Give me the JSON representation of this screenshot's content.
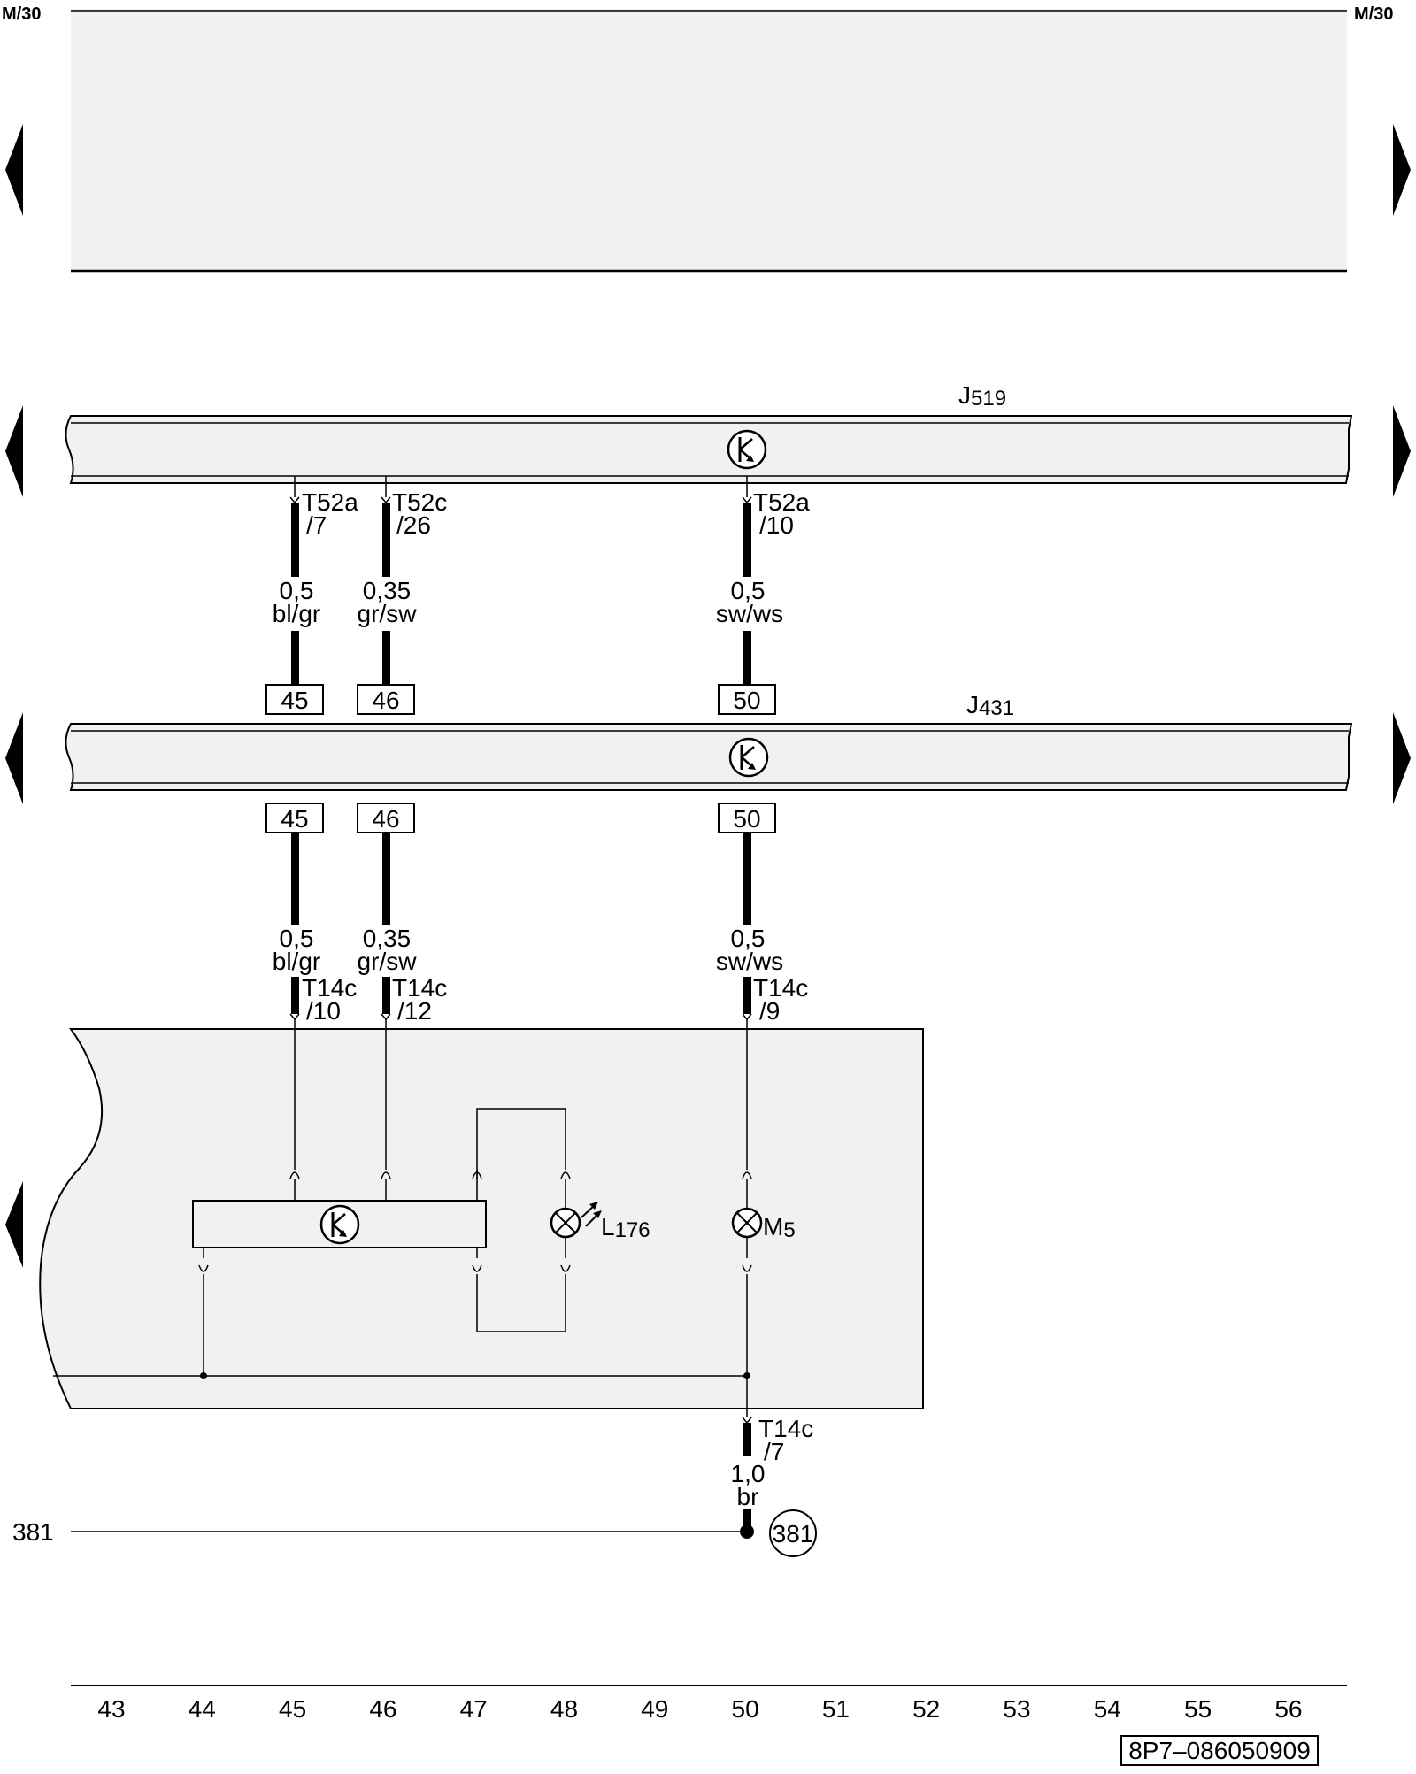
{
  "corner_labels": {
    "left": "M/30",
    "right": "M/30"
  },
  "components": {
    "j519": {
      "letter": "J",
      "number": "519"
    },
    "j431": {
      "letter": "J",
      "number": "431"
    },
    "l176": {
      "letter": "L",
      "number": "176"
    },
    "m5": {
      "letter": "M",
      "number": "5"
    }
  },
  "connectors_top": [
    {
      "pin": "T52a",
      "num": "/7",
      "size": "0,5",
      "color": "bl/gr",
      "terminal": "45"
    },
    {
      "pin": "T52c",
      "num": "/26",
      "size": "0,35",
      "color": "gr/sw",
      "terminal": "46"
    },
    {
      "pin": "T52a",
      "num": "/10",
      "size": "0,5",
      "color": "sw/ws",
      "terminal": "50"
    }
  ],
  "connectors_bottom": [
    {
      "terminal": "45",
      "size": "0,5",
      "color": "bl/gr",
      "pin": "T14c",
      "num": "/10"
    },
    {
      "terminal": "46",
      "size": "0,35",
      "color": "gr/sw",
      "pin": "T14c",
      "num": "/12"
    },
    {
      "terminal": "50",
      "size": "0,5",
      "color": "sw/ws",
      "pin": "T14c",
      "num": "/9"
    }
  ],
  "ground": {
    "pin": "T14c",
    "num": "/7",
    "size": "1,0",
    "color": "br",
    "line_label": "381",
    "circle_label": "381"
  },
  "footer": {
    "columns": [
      "43",
      "44",
      "45",
      "46",
      "47",
      "48",
      "49",
      "50",
      "51",
      "52",
      "53",
      "54",
      "55",
      "56"
    ],
    "doc_id": "8P7–086050909"
  }
}
